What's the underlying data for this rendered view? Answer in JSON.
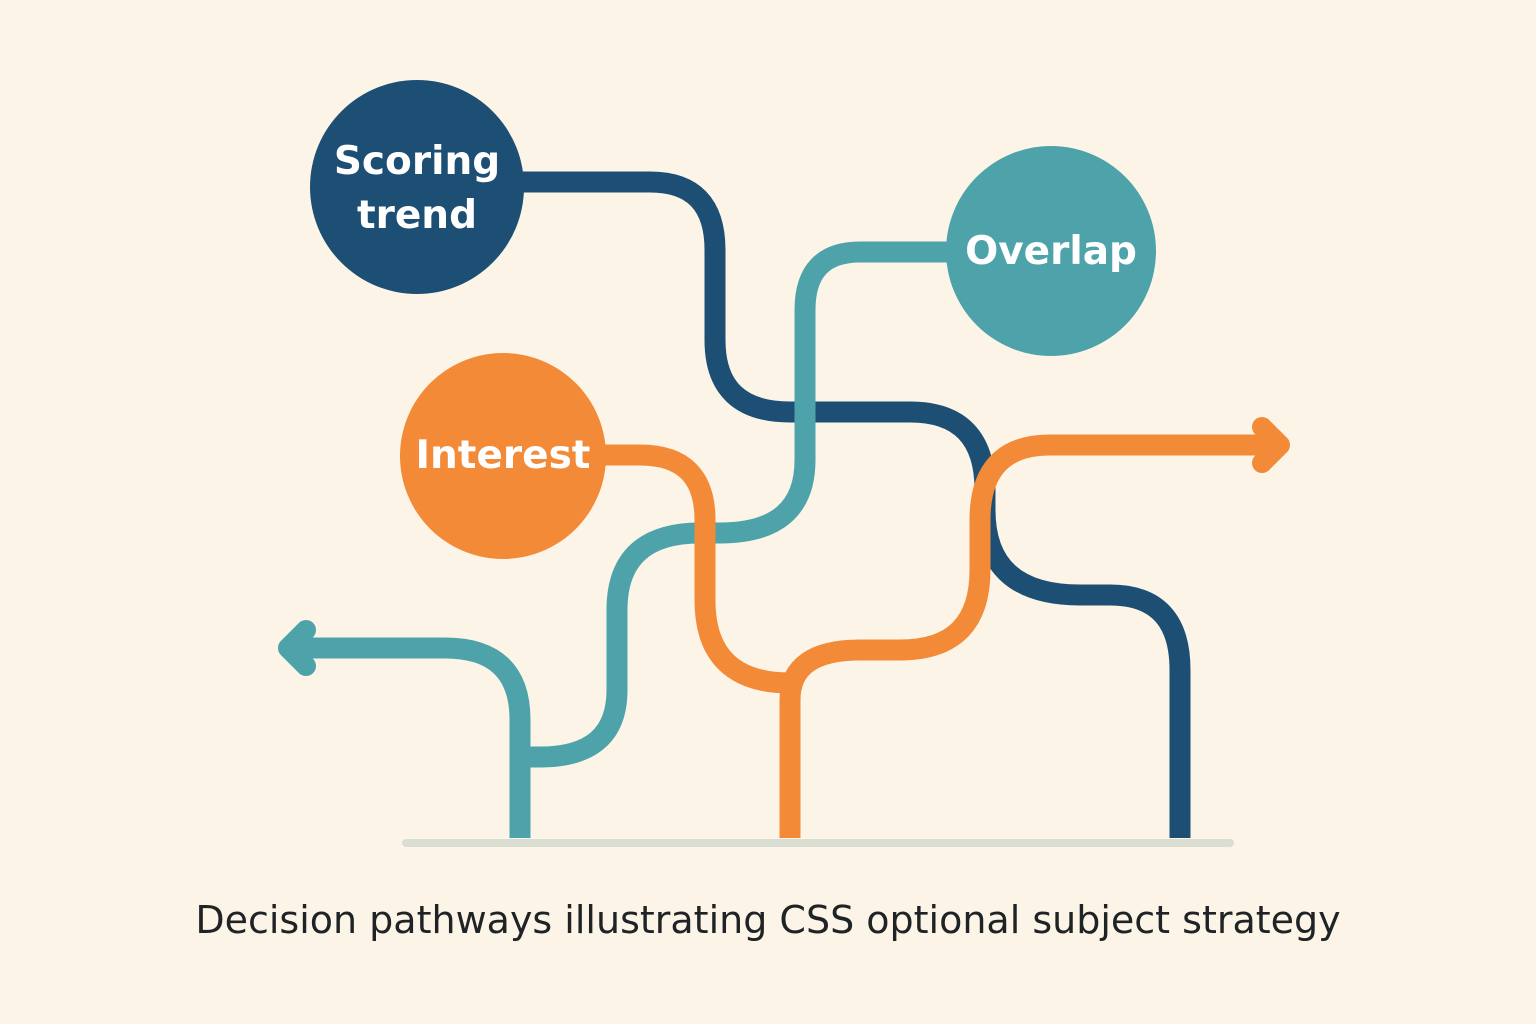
{
  "nodes": {
    "scoring": {
      "line1": "Scoring",
      "line2": "trend"
    },
    "overlap": {
      "label": "Overlap"
    },
    "interest": {
      "label": "Interest"
    }
  },
  "caption": "Decision pathways illustrating CSS optional subject strategy",
  "colors": {
    "background": "#fcf5e7",
    "navy": "#1d4e74",
    "teal": "#4ea3aa",
    "orange": "#f28a38",
    "baseline": "#d9ddd2"
  }
}
